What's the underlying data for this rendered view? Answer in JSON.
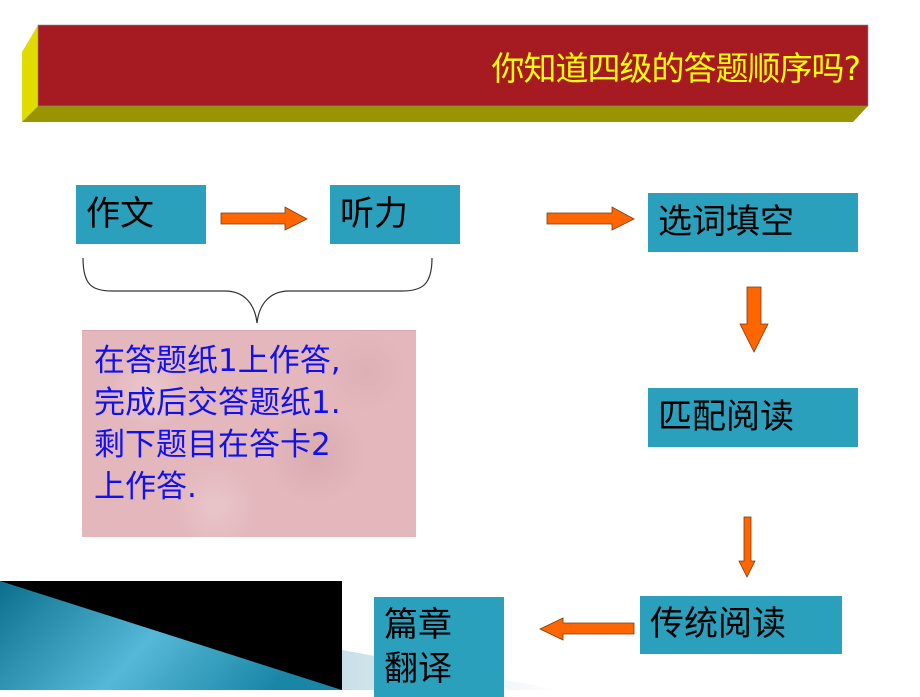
{
  "title": "你知道四级的答题顺序吗?",
  "colors": {
    "banner_front": "#a61a21",
    "banner_side": "#e0dc00",
    "banner_bottom": "#9a9400",
    "title_text": "#ffff00",
    "step_box": "#2ba0bc",
    "arrow_fill": "#ff6600",
    "note_bg": "#e3b7bc",
    "note_text": "#1010f0"
  },
  "steps": [
    {
      "id": "writing",
      "label": "作文"
    },
    {
      "id": "listening",
      "label": "听力"
    },
    {
      "id": "banked-cloze",
      "label": "选词填空"
    },
    {
      "id": "matching-reading",
      "label": "匹配阅读"
    },
    {
      "id": "traditional-reading",
      "label": "传统阅读"
    },
    {
      "id": "translation",
      "label_lines": [
        "篇章",
        "翻译"
      ]
    }
  ],
  "note": {
    "lines": [
      "在答题纸1上作答,",
      "完成后交答题纸1.",
      "剩下题目在答卡2",
      "上作答."
    ]
  }
}
